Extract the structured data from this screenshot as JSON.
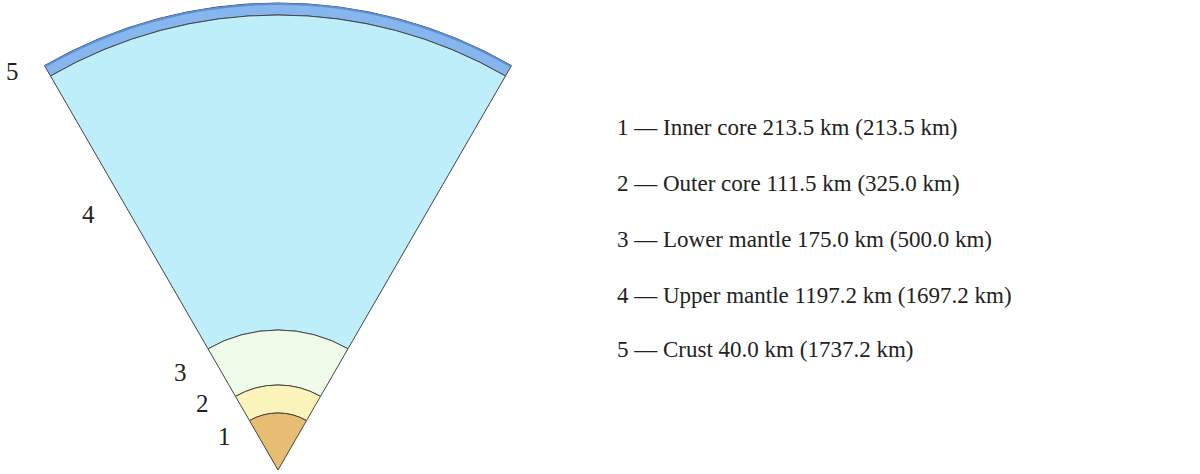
{
  "diagram": {
    "labels": [
      "5",
      "4",
      "3",
      "2",
      "1",
      "1 — Inner core 213.5 km (213.5 km)",
      "2 — Outer core 111.5 km (325.0 km)",
      "3 — Lower mantle 175.0 km (500.0 km)",
      "4 — Upper mantle 1197.2 km (1697.2 km)",
      "5 — Crust 40.0 km (1737.2 km)"
    ]
  }
}
